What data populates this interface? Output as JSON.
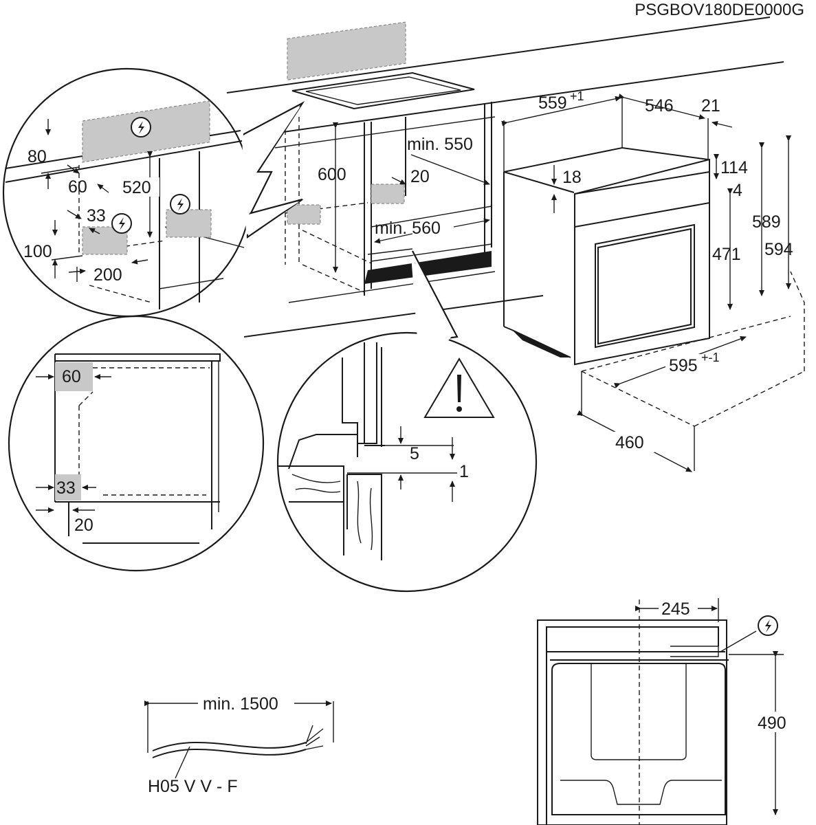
{
  "doc_code": "PSGBOV180DE0000G",
  "main_view": {
    "width_top": "559",
    "width_top_tol": "+1",
    "depth": "546",
    "front": "21",
    "panel_h": "18",
    "top_gap": "114",
    "gap_small": "4",
    "door_h": "471",
    "body_h": "589",
    "total_h": "594",
    "width_bottom": "595",
    "width_bottom_tol": "+-1",
    "cable_depth": "460",
    "niche_h": "600",
    "niche_d": "min. 550",
    "niche_w": "min. 560",
    "vent": "20"
  },
  "detail_socket": {
    "top": "80",
    "h1": "60",
    "h2": "520",
    "w1": "33",
    "h3": "100",
    "w2": "200"
  },
  "detail_side": {
    "top": "60",
    "bottom": "33",
    "gap": "20"
  },
  "detail_section": {
    "a": "5",
    "b": "1"
  },
  "cable": {
    "length": "min. 1500",
    "type": "H05 V V - F"
  },
  "back_view": {
    "offset": "245",
    "height": "490"
  },
  "icons": [
    "lightning-icon",
    "warning-icon"
  ]
}
